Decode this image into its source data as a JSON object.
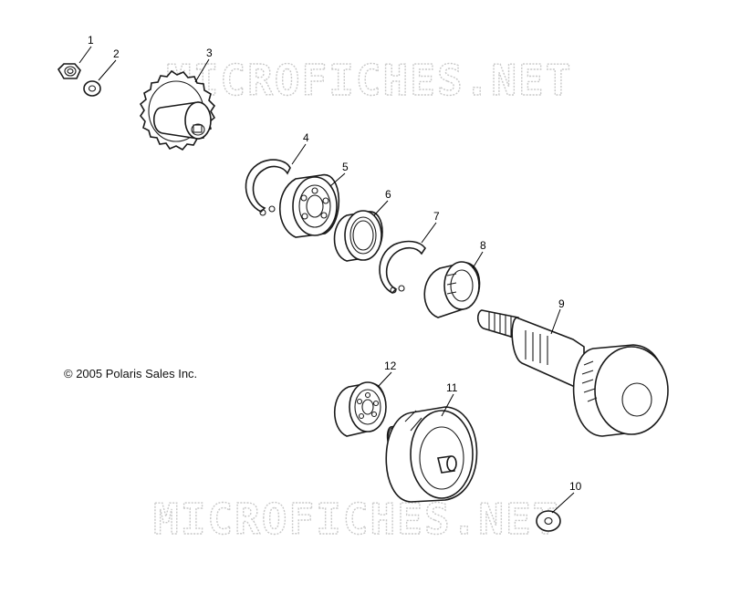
{
  "watermark": {
    "top": "MICROFICHES.NET",
    "bottom": "MICROFICHES.NET"
  },
  "copyright": "© 2005 Polaris Sales Inc.",
  "parts": [
    {
      "number": "1",
      "name": "nut"
    },
    {
      "number": "2",
      "name": "washer"
    },
    {
      "number": "3",
      "name": "sprocket"
    },
    {
      "number": "4",
      "name": "retaining-ring"
    },
    {
      "number": "5",
      "name": "bearing"
    },
    {
      "number": "6",
      "name": "seal"
    },
    {
      "number": "7",
      "name": "retaining-ring"
    },
    {
      "number": "8",
      "name": "needle-bearing"
    },
    {
      "number": "9",
      "name": "gear-shaft"
    },
    {
      "number": "10",
      "name": "washer"
    },
    {
      "number": "11",
      "name": "gear"
    },
    {
      "number": "12",
      "name": "bearing"
    }
  ]
}
